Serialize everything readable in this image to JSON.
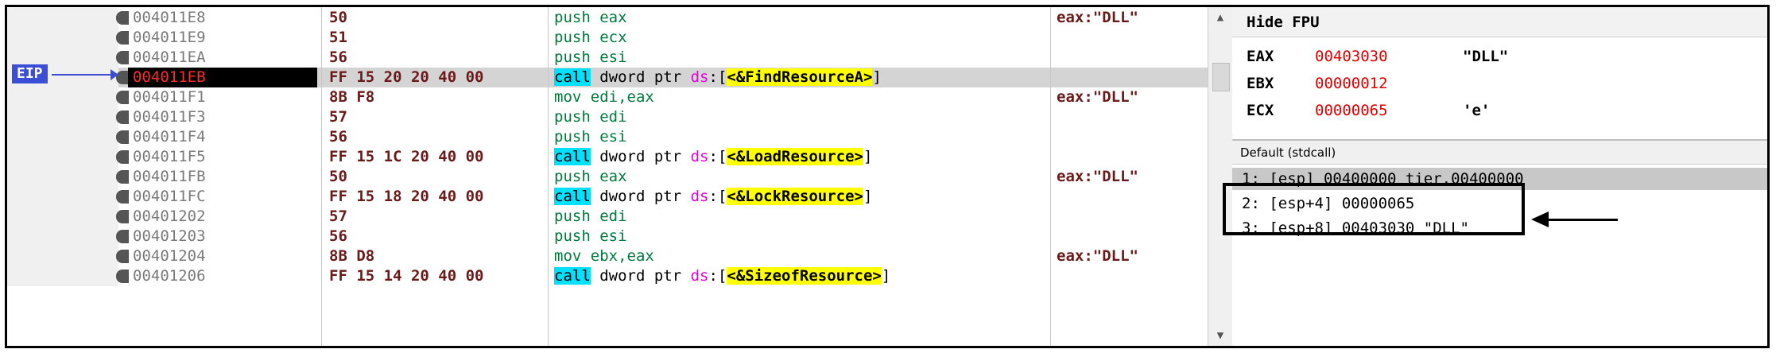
{
  "eip_label": "EIP",
  "disasm": {
    "rows": [
      {
        "addr": "004011E8",
        "bytes": "50",
        "kw": "push",
        "call": "",
        "rest": "eax",
        "ds": "",
        "api": "",
        "tail": "",
        "cmt": "eax:\"DLL\"",
        "current": false
      },
      {
        "addr": "004011E9",
        "bytes": "51",
        "kw": "push",
        "call": "",
        "rest": "ecx",
        "ds": "",
        "api": "",
        "tail": "",
        "cmt": "",
        "current": false
      },
      {
        "addr": "004011EA",
        "bytes": "56",
        "kw": "push",
        "call": "",
        "rest": "esi",
        "ds": "",
        "api": "",
        "tail": "",
        "cmt": "",
        "current": false
      },
      {
        "addr": "004011EB",
        "bytes": "FF 15 20 20 40 00",
        "kw": "",
        "call": "call",
        "rest": " dword ptr ",
        "ds": "ds",
        "api": "<&FindResourceA>",
        "tail": "]",
        "cmt": "",
        "current": true
      },
      {
        "addr": "004011F1",
        "bytes": "8B F8",
        "kw": "mov",
        "call": "",
        "rest": "edi,eax",
        "ds": "",
        "api": "",
        "tail": "",
        "cmt": "eax:\"DLL\"",
        "current": false
      },
      {
        "addr": "004011F3",
        "bytes": "57",
        "kw": "push",
        "call": "",
        "rest": "edi",
        "ds": "",
        "api": "",
        "tail": "",
        "cmt": "",
        "current": false
      },
      {
        "addr": "004011F4",
        "bytes": "56",
        "kw": "push",
        "call": "",
        "rest": "esi",
        "ds": "",
        "api": "",
        "tail": "",
        "cmt": "",
        "current": false
      },
      {
        "addr": "004011F5",
        "bytes": "FF 15 1C 20 40 00",
        "kw": "",
        "call": "call",
        "rest": " dword ptr ",
        "ds": "ds",
        "api": "<&LoadResource>",
        "tail": "]",
        "cmt": "",
        "current": false
      },
      {
        "addr": "004011FB",
        "bytes": "50",
        "kw": "push",
        "call": "",
        "rest": "eax",
        "ds": "",
        "api": "",
        "tail": "",
        "cmt": "eax:\"DLL\"",
        "current": false
      },
      {
        "addr": "004011FC",
        "bytes": "FF 15 18 20 40 00",
        "kw": "",
        "call": "call",
        "rest": " dword ptr ",
        "ds": "ds",
        "api": "<&LockResource>",
        "tail": "]",
        "cmt": "",
        "current": false
      },
      {
        "addr": "00401202",
        "bytes": "57",
        "kw": "push",
        "call": "",
        "rest": "edi",
        "ds": "",
        "api": "",
        "tail": "",
        "cmt": "",
        "current": false
      },
      {
        "addr": "00401203",
        "bytes": "56",
        "kw": "push",
        "call": "",
        "rest": "esi",
        "ds": "",
        "api": "",
        "tail": "",
        "cmt": "",
        "current": false
      },
      {
        "addr": "00401204",
        "bytes": "8B D8",
        "kw": "mov",
        "call": "",
        "rest": "ebx,eax",
        "ds": "",
        "api": "",
        "tail": "",
        "cmt": "eax:\"DLL\"",
        "current": false
      },
      {
        "addr": "00401206",
        "bytes": "FF 15 14 20 40 00",
        "kw": "",
        "call": "call",
        "rest": " dword ptr ",
        "ds": "ds",
        "api": "<&SizeofResource>",
        "tail": "]",
        "cmt": "",
        "current": false
      }
    ]
  },
  "scrollbar": {
    "up": "▲",
    "down": "▼"
  },
  "registers": {
    "title": "Hide FPU",
    "rows": [
      {
        "name": "EAX",
        "value": "00403030",
        "comment": "\"DLL\""
      },
      {
        "name": "EBX",
        "value": "00000012",
        "comment": ""
      },
      {
        "name": "ECX",
        "value": "00000065",
        "comment": "'e'"
      }
    ]
  },
  "stack": {
    "header": "Default (stdcall)",
    "rows": [
      {
        "text": "1: [esp] 00400000 tier.00400000",
        "selected": true
      },
      {
        "text": "2: [esp+4] 00000065",
        "selected": false
      },
      {
        "text": "3: [esp+8] 00403030 \"DLL\"",
        "selected": false
      }
    ]
  }
}
